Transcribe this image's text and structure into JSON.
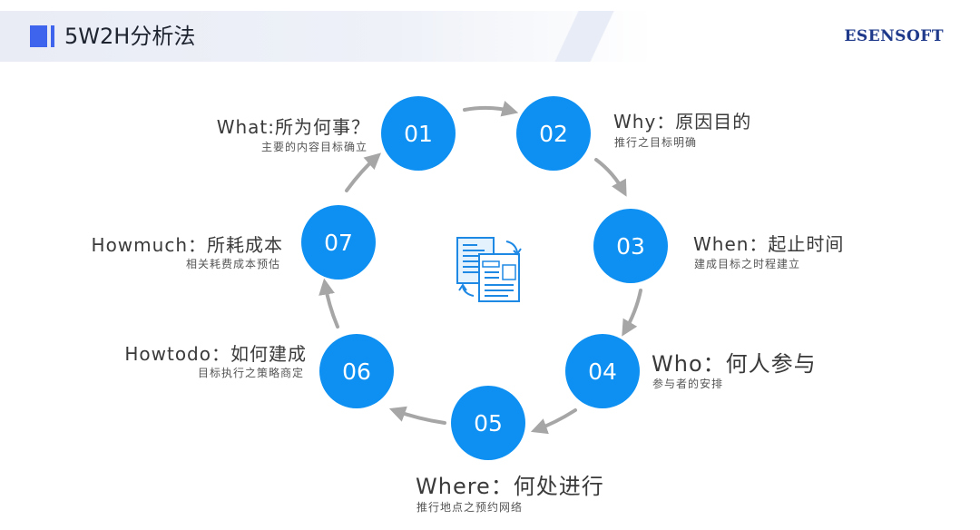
{
  "header": {
    "title": "5W2H分析法",
    "brand": "ESENSOFT"
  },
  "steps": [
    {
      "num": "01",
      "title": "What:所为何事？",
      "desc": "主要的内容目标确立"
    },
    {
      "num": "02",
      "title": "Why：原因目的",
      "desc": "推行之目标明确"
    },
    {
      "num": "03",
      "title": "When：起止时间",
      "desc": "建成目标之时程建立"
    },
    {
      "num": "04",
      "title": "Who：何人参与",
      "desc": "参与者的安排"
    },
    {
      "num": "05",
      "title": "Where：何处进行",
      "desc": "推行地点之预约网络"
    },
    {
      "num": "06",
      "title": "Howtodo：如何建成",
      "desc": "目标执行之策略商定"
    },
    {
      "num": "07",
      "title": "Howmuch：所耗成本",
      "desc": "相关耗费成本预估"
    }
  ],
  "colors": {
    "circle": "#0d90f2",
    "arrow": "#a6a6a6",
    "accent": "#3e64ee",
    "brand": "#1f3a8a"
  },
  "center_icon": "document-sync-icon"
}
